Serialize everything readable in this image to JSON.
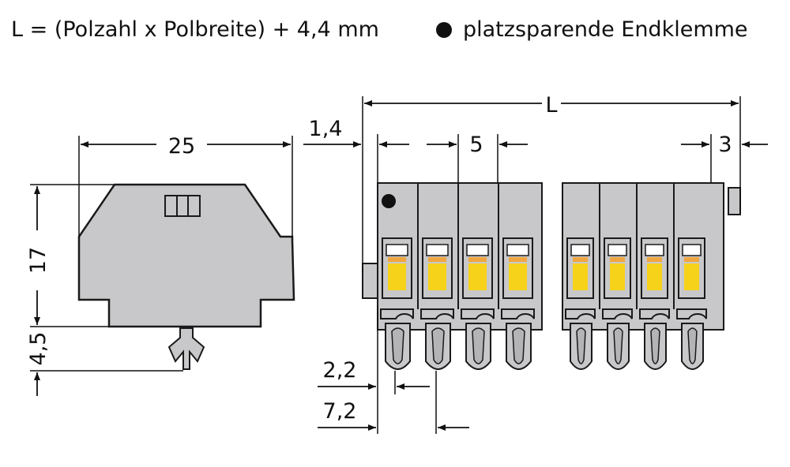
{
  "header": {
    "formula": "L = (Polzahl x Polbreite) + 4,4 mm",
    "legend": "platzsparende Endklemme"
  },
  "dimensions": {
    "width_25": "25",
    "height_17": "17",
    "foot_4_5": "4,5",
    "offset_1_4": "1,4",
    "pitch_5": "5",
    "end_3": "3",
    "total_L": "L",
    "d_2_2": "2,2",
    "d_7_2": "7,2"
  },
  "colors": {
    "body_gray": "#c8c8ca",
    "outline": "#1a1a1a",
    "actuator_yellow": "#f7d21a",
    "actuator_orange": "#f0a640"
  },
  "icons": {
    "end_marker": "filled-dot-icon"
  }
}
